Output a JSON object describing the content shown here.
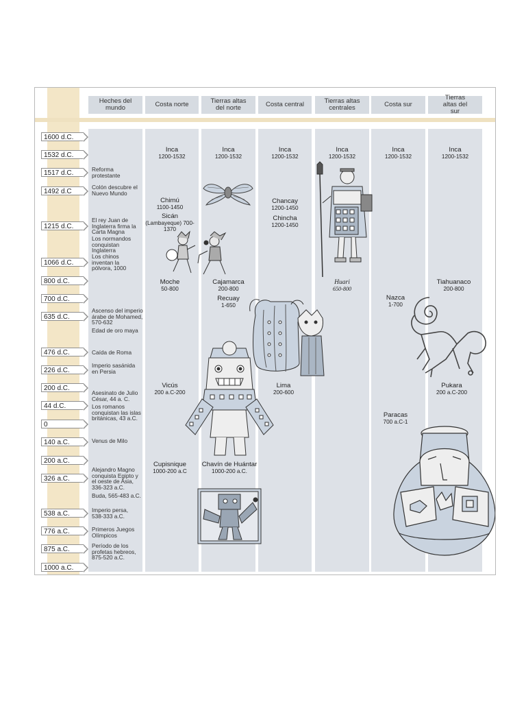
{
  "headers": [
    "Heches del mundo",
    "Costa norte",
    "Tierras altas del norte",
    "Costa central",
    "Tierras altas centrales",
    "Costa sur",
    "Tierras altas del sur"
  ],
  "years": [
    "1600 d.C.",
    "1532 d.C.",
    "1517 d.C.",
    "1492 d.C",
    "1215 d.C.",
    "1066 d.C.",
    "800 d.C.",
    "700 d.C.",
    "635 d.C.",
    "476 d.C.",
    "226 d.C.",
    "200 d.C.",
    "44 d.C.",
    "0",
    "140 a.C.",
    "200 a.C.",
    "326 a.C.",
    "538 a.C.",
    "776 a.C.",
    "875 a.C.",
    "1000 a.C."
  ],
  "events": [
    "Reforma protestante",
    "Colón descubre el Nuevo Mundo",
    "El rey Juan de Inglaterra firma la Carta Magna",
    "Los normandos conquistan Inglaterra",
    "Los chinos inventan la pólvora, 1000",
    "Ascenso del imperio árabe de Mohamed, 570-632",
    "Edad de oro maya",
    "Caída de Roma",
    "Imperio sasánida en Persia",
    "Asesinato de Julio César, 44 a. C.",
    "Los romanos conquistan las islas británicas, 43 a.C.",
    "Venus de Milo",
    "Alejandro Magno conquista Egipto y el oeste de Asia, 336-323 a.C.",
    "Buda, 565-483 a.C.",
    "Imperio persa, 538-333 a.C.",
    "Primeros Juegos Olímpicos",
    "Período de los profetas hebreos, 875-520 a.C."
  ],
  "cultures": [
    {
      "name": "Inca",
      "dates": "1200-1532"
    },
    {
      "name": "Inca",
      "dates": "1200-1532"
    },
    {
      "name": "Inca",
      "dates": "1200-1532"
    },
    {
      "name": "Inca",
      "dates": "1200-1532"
    },
    {
      "name": "Inca",
      "dates": "1200-1532"
    },
    {
      "name": "Inca",
      "dates": "1200-1532"
    },
    {
      "name": "Chimú",
      "dates": "1100-1450"
    },
    {
      "name": "Sicán",
      "dates": "(Lambayeque) 700-1370"
    },
    {
      "name": "Chancay",
      "dates": "1200-1450"
    },
    {
      "name": "Chincha",
      "dates": "1200-1450"
    },
    {
      "name": "Huari",
      "dates": "650-800"
    },
    {
      "name": "Moche",
      "dates": "50-800"
    },
    {
      "name": "Cajamarca",
      "dates": "200-800"
    },
    {
      "name": "Recuay",
      "dates": "1-650"
    },
    {
      "name": "Tiahuanaco",
      "dates": "200-800"
    },
    {
      "name": "Nazca",
      "dates": "1-700"
    },
    {
      "name": "Vicús",
      "dates": "200 a.C-200"
    },
    {
      "name": "Lima",
      "dates": "200-600"
    },
    {
      "name": "Pukara",
      "dates": "200 a.C-200"
    },
    {
      "name": "Paracas",
      "dates": "700 a.C-1"
    },
    {
      "name": "Cupisnique",
      "dates": "1000-200 a.C"
    },
    {
      "name": "Chavín de Huántar",
      "dates": "1000-200 a.C."
    }
  ],
  "colors": {
    "year_band": "#f3e6c7",
    "column_fill": "#dde1e7",
    "header_fill": "#d6dbe1",
    "art_fill": "#c9d3df",
    "ink": "#444444"
  },
  "icons": [
    "bird-ornament-icon",
    "moche-warriors-icon",
    "inca-warrior-figure-icon",
    "chancay-pottery-icon",
    "nazca-monkey-geoglyph-icon",
    "vicus-figure-icon",
    "chavin-carved-panel-icon",
    "paracas-vessel-icon"
  ]
}
